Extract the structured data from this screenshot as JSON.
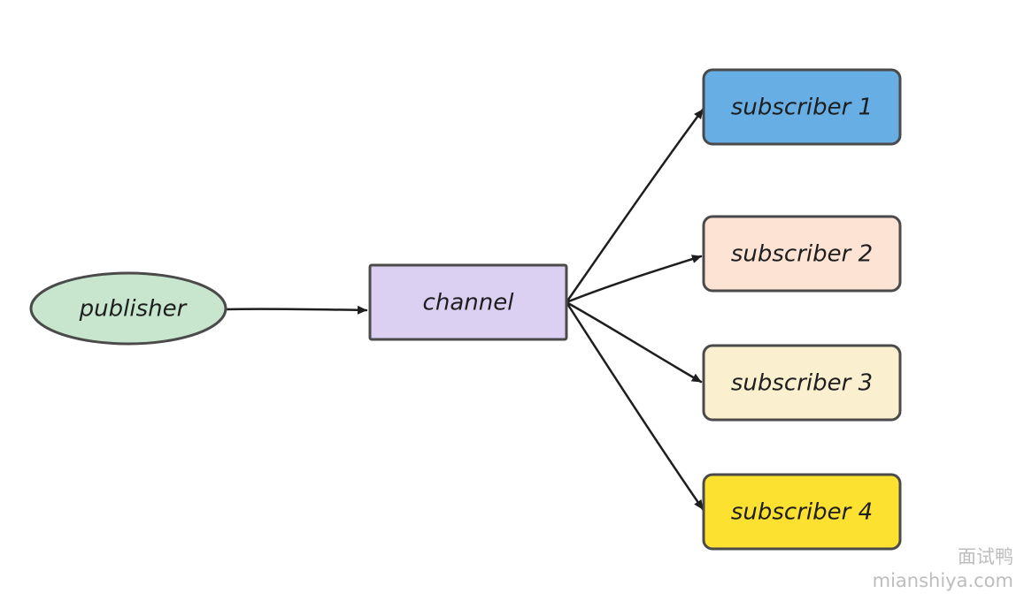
{
  "nodes": {
    "publisher": {
      "label": "publisher",
      "color": "#c8e6cd",
      "shape": "ellipse"
    },
    "channel": {
      "label": "channel",
      "color": "#dcd0f2",
      "shape": "rectangle"
    },
    "subscriber1": {
      "label": "subscriber 1",
      "color": "#66aee4",
      "shape": "rounded-rectangle"
    },
    "subscriber2": {
      "label": "subscriber 2",
      "color": "#fde3d4",
      "shape": "rounded-rectangle"
    },
    "subscriber3": {
      "label": "subscriber 3",
      "color": "#faefcf",
      "shape": "rounded-rectangle"
    },
    "subscriber4": {
      "label": "subscriber 4",
      "color": "#fde131",
      "shape": "rounded-rectangle"
    }
  },
  "edges": [
    {
      "from": "publisher",
      "to": "channel"
    },
    {
      "from": "channel",
      "to": "subscriber1"
    },
    {
      "from": "channel",
      "to": "subscriber2"
    },
    {
      "from": "channel",
      "to": "subscriber3"
    },
    {
      "from": "channel",
      "to": "subscriber4"
    }
  ],
  "watermark": {
    "line1": "面试鸭",
    "line2": "mianshiya.com"
  }
}
